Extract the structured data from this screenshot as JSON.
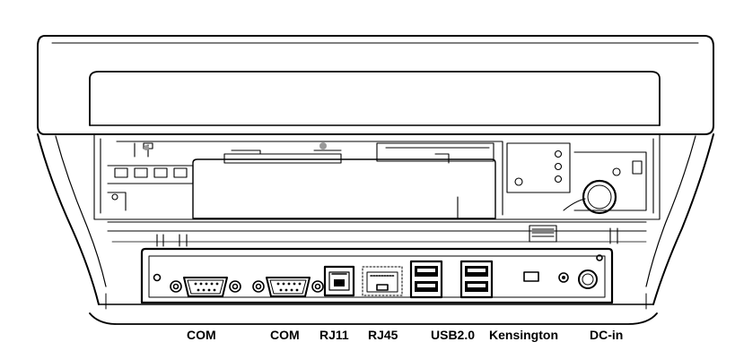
{
  "diagram": {
    "ports": [
      {
        "id": "com-1",
        "label": "COM",
        "icon": "db9-serial-port"
      },
      {
        "id": "com-2",
        "label": "COM",
        "icon": "db9-serial-port"
      },
      {
        "id": "rj11",
        "label": "RJ11",
        "icon": "rj11-jack"
      },
      {
        "id": "rj45",
        "label": "RJ45",
        "icon": "rj45-jack"
      },
      {
        "id": "usb",
        "label": "USB2.0",
        "icon": "usb-stacked-ports"
      },
      {
        "id": "kensington",
        "label": "Kensington",
        "icon": "kensington-lock-slot"
      },
      {
        "id": "dc-in",
        "label": "DC-in",
        "icon": "dc-power-jack"
      }
    ],
    "line_color": "#000000",
    "background": "#ffffff"
  }
}
